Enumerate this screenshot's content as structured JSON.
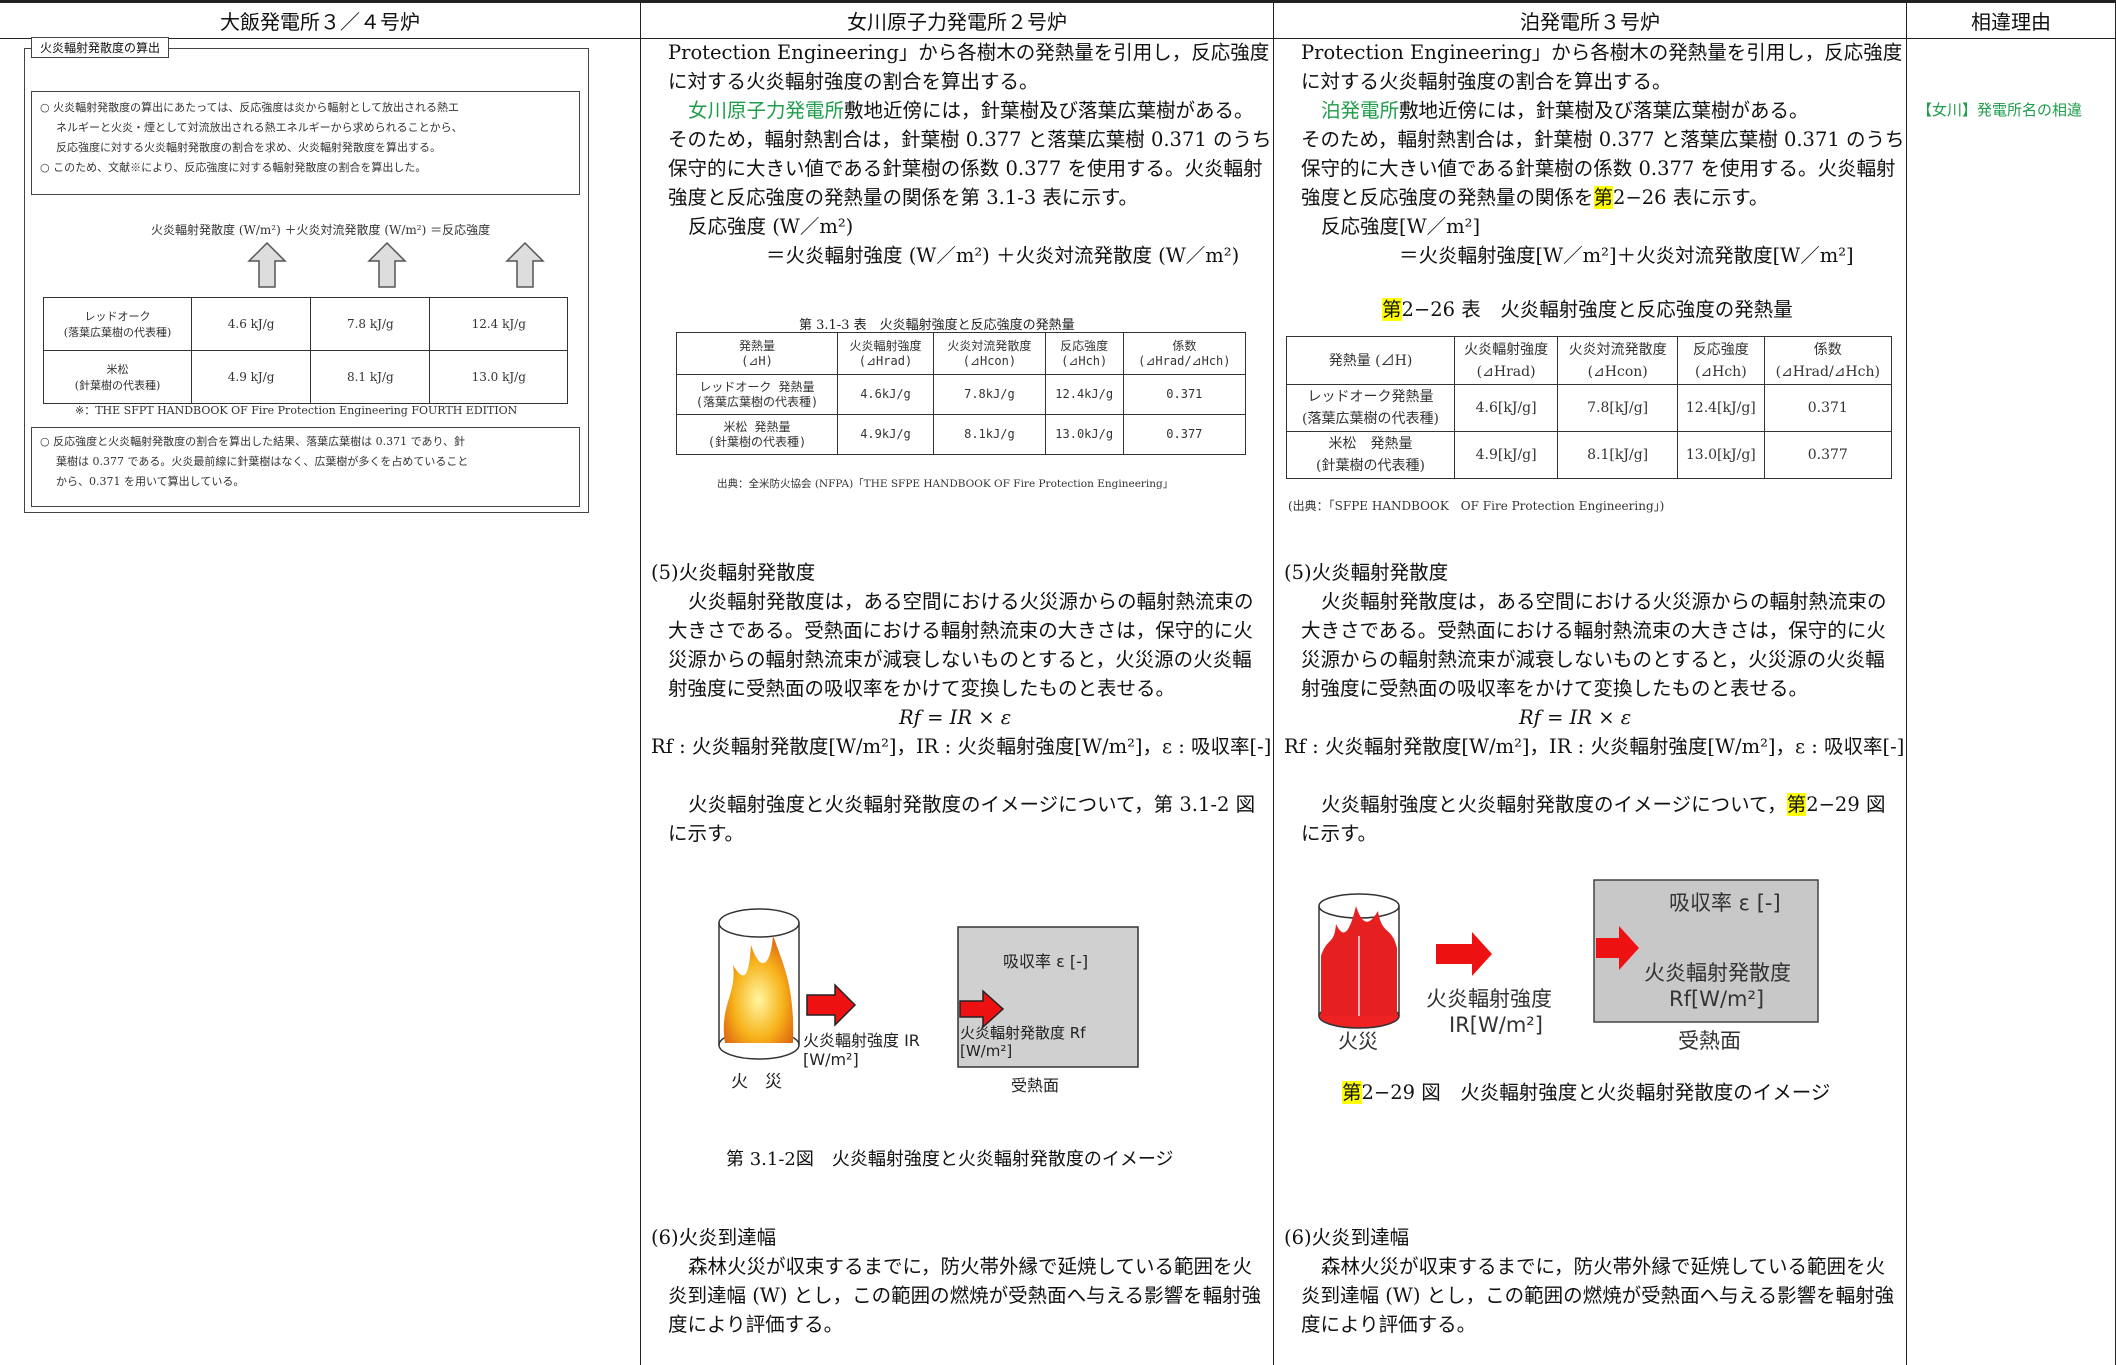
{
  "headers": {
    "c1": "大飯発電所３／４号炉",
    "c2": "女川原子力発電所２号炉",
    "c3": "泊発電所３号炉",
    "c4": "相違理由"
  },
  "left": {
    "box_title": "火炎輻射発散度の算出",
    "para1": [
      "○ 火炎輻射発散度の算出にあたっては、反応強度は炎から輻射として放出される熱エ",
      "ネルギーと火炎・煙として対流放出される熱エネルギーから求められることから、",
      "反応強度に対する火炎輻射発散度の割合を求め、火炎輻射発散度を算出する。",
      "○ このため、文献※により、反応強度に対する輻射発散度の割合を算出した。"
    ],
    "formula": "火炎輻射発散度 (W/m²) ＋火炎対流発散度 (W/m²) ＝反応強度",
    "table": [
      [
        "レッドオーク\n(落葉広葉樹の代表種)",
        "4.6 kJ/g",
        "7.8 kJ/g",
        "12.4 kJ/g"
      ],
      [
        "米松\n(針葉樹の代表種)",
        "4.9 kJ/g",
        "8.1 kJ/g",
        "13.0 kJ/g"
      ]
    ],
    "source": "※：THE SFPT HANDBOOK OF Fire Protection Engineering FOURTH EDITION",
    "para2": [
      "○ 反応強度と火炎輻射発散度の割合を算出した結果、落葉広葉樹は 0.371 であり、針",
      "葉樹は 0.377 である。火炎最前線に針葉樹はなく、広葉樹が多くを占めていること",
      "から、0.371 を用いて算出している。"
    ]
  },
  "mid": {
    "l1": "Protection Engineering」から各樹木の発熱量を引用し，反応強度",
    "l2": "に対する火炎輻射強度の割合を算出する。",
    "l3a": "女川原子力発電所",
    "l3b": "敷地近傍には，針葉樹及び落葉広葉樹がある。",
    "l4": "そのため，輻射熱割合は，針葉樹 0.377 と落葉広葉樹 0.371 のうち",
    "l5": "保守的に大きい値である針葉樹の係数 0.377 を使用する。火炎輻射",
    "l6": "強度と反応強度の発熱量の関係を第 3.1-3 表に示す。",
    "l7": "反応強度 (W／m²)",
    "l8": "＝火炎輻射強度 (W／m²) ＋火炎対流発散度 (W／m²)",
    "table_caption": "第 3.1-3 表　火炎輻射強度と反応強度の発熱量",
    "table_head": [
      "発熱量\n(⊿H)",
      "火炎輻射強度\n(⊿Hrad)",
      "火炎対流発散度\n(⊿Hcon)",
      "反応強度\n(⊿Hch)",
      "係数\n(⊿Hrad/⊿Hch)"
    ],
    "table_rows": [
      [
        "レッドオーク 発熱量\n(落葉広葉樹の代表種)",
        "4.6kJ/g",
        "7.8kJ/g",
        "12.4kJ/g",
        "0.371"
      ],
      [
        "米松 発熱量\n(針葉樹の代表種)",
        "4.9kJ/g",
        "8.1kJ/g",
        "13.0kJ/g",
        "0.377"
      ]
    ],
    "table_source": "出典：全米防火協会 (NFPA)「THE SFPE HANDBOOK OF Fire Protection Engineering」",
    "s5": "(5)火炎輻射発散度",
    "s5l1": "火炎輻射発散度は，ある空間における火災源からの輻射熱流束の",
    "s5l2": "大きさである。受熱面における輻射熱流束の大きさは，保守的に火",
    "s5l3": "災源からの輻射熱流束が減衰しないものとすると，火災源の火炎輻",
    "s5l4": "射強度に受熱面の吸収率をかけて変換したものと表せる。",
    "eq": "Rf = IR × ε",
    "eqdef": "Rf : 火炎輻射発散度[W/m²]，IR : 火炎輻射強度[W/m²]，ε : 吸収率[-]",
    "fig_l1": "火炎輻射強度と火炎輻射発散度のイメージについて，第 3.1-2 図",
    "fig_l2": "に示す。",
    "fig_fire": "火　災",
    "fig_intensity": "火炎輻射強度 IR",
    "fig_intensity_unit": "[W/m²]",
    "fig_absorb": "吸収率 ε [-]",
    "fig_emit": "火炎輻射発散度 Rf",
    "fig_emit_unit": "[W/m²]",
    "fig_receiver": "受熱面",
    "fig_caption": "第 3.1-2図　火炎輻射強度と火炎輻射発散度のイメージ",
    "s6": "(6)火炎到達幅",
    "s6l1": "森林火災が収束するまでに，防火帯外縁で延焼している範囲を火",
    "s6l2": "炎到達幅 (W) とし，この範囲の燃焼が受熱面へ与える影響を輻射強",
    "s6l3": "度により評価する。"
  },
  "right": {
    "l1": "Protection Engineering」から各樹木の発熱量を引用し，反応強度",
    "l2": "に対する火炎輻射強度の割合を算出する。",
    "l3a": "泊発電所",
    "l3b": "敷地近傍には，針葉樹及び落葉広葉樹がある。",
    "l4": "そのため，輻射熱割合は，針葉樹 0.377 と落葉広葉樹 0.371 のうち",
    "l5": "保守的に大きい値である針葉樹の係数 0.377 を使用する。火炎輻射",
    "l6a": "強度と反応強度の発熱量の関係を",
    "l6hl": "第",
    "l6b": "2−26 表に示す。",
    "l7": "反応強度[W／m²]",
    "l8": "＝火炎輻射強度[W／m²]＋火炎対流発散度[W／m²]",
    "cap_hl": "第",
    "cap_rest": "2−26 表　火炎輻射強度と反応強度の発熱量",
    "table_head": [
      "発熱量 (⊿H)",
      "火炎輻射強度\n(⊿Hrad)",
      "火炎対流発散度\n(⊿Hcon)",
      "反応強度\n(⊿Hch)",
      "係数\n(⊿Hrad/⊿Hch)"
    ],
    "table_rows": [
      [
        "レッドオーク発熱量\n(落葉広葉樹の代表種)",
        "4.6[kJ/g]",
        "7.8[kJ/g]",
        "12.4[kJ/g]",
        "0.371"
      ],
      [
        "米松　発熱量\n(針葉樹の代表種)",
        "4.9[kJ/g]",
        "8.1[kJ/g]",
        "13.0[kJ/g]",
        "0.377"
      ]
    ],
    "table_source": "(出典：「SFPE HANDBOOK　OF Fire Protection Engineering」)",
    "s5": "(5)火炎輻射発散度",
    "s5l1": "火炎輻射発散度は，ある空間における火災源からの輻射熱流束の",
    "s5l2": "大きさである。受熱面における輻射熱流束の大きさは，保守的に火",
    "s5l3": "災源からの輻射熱流束が減衰しないものとすると，火災源の火炎輻",
    "s5l4": "射強度に受熱面の吸収率をかけて変換したものと表せる。",
    "eq": "Rf = IR × ε",
    "eqdef": "Rf : 火炎輻射発散度[W/m²]，IR : 火炎輻射強度[W/m²]，ε : 吸収率[-]",
    "fig_l1a": "火炎輻射強度と火炎輻射発散度のイメージについて，",
    "fig_l1hl": "第",
    "fig_l1b": "2−29 図",
    "fig_l2": "に示す。",
    "fig_fire": "火災",
    "fig_intensity": "火炎輻射強度",
    "fig_intensity_unit": "IR[W/m²]",
    "fig_absorb": "吸収率 ε [-]",
    "fig_emit": "火炎輻射発散度",
    "fig_emit_unit": "Rf[W/m²]",
    "fig_receiver": "受熱面",
    "fig_cap_hl": "第",
    "fig_cap_rest": "2−29 図　火炎輻射強度と火炎輻射発散度のイメージ",
    "s6": "(6)火炎到達幅",
    "s6l1": "森林火災が収束するまでに，防火帯外縁で延焼している範囲を火",
    "s6l2": "炎到達幅 (W) とし，この範囲の燃焼が受熱面へ与える影響を輻射強",
    "s6l3": "度により評価する。"
  },
  "reason": {
    "text": "【女川】発電所名の相違"
  },
  "colors": {
    "green": "#1f9d4a",
    "highlight": "#ffff00",
    "arrow": "#ee1111",
    "gray": "#c8c8c8"
  }
}
